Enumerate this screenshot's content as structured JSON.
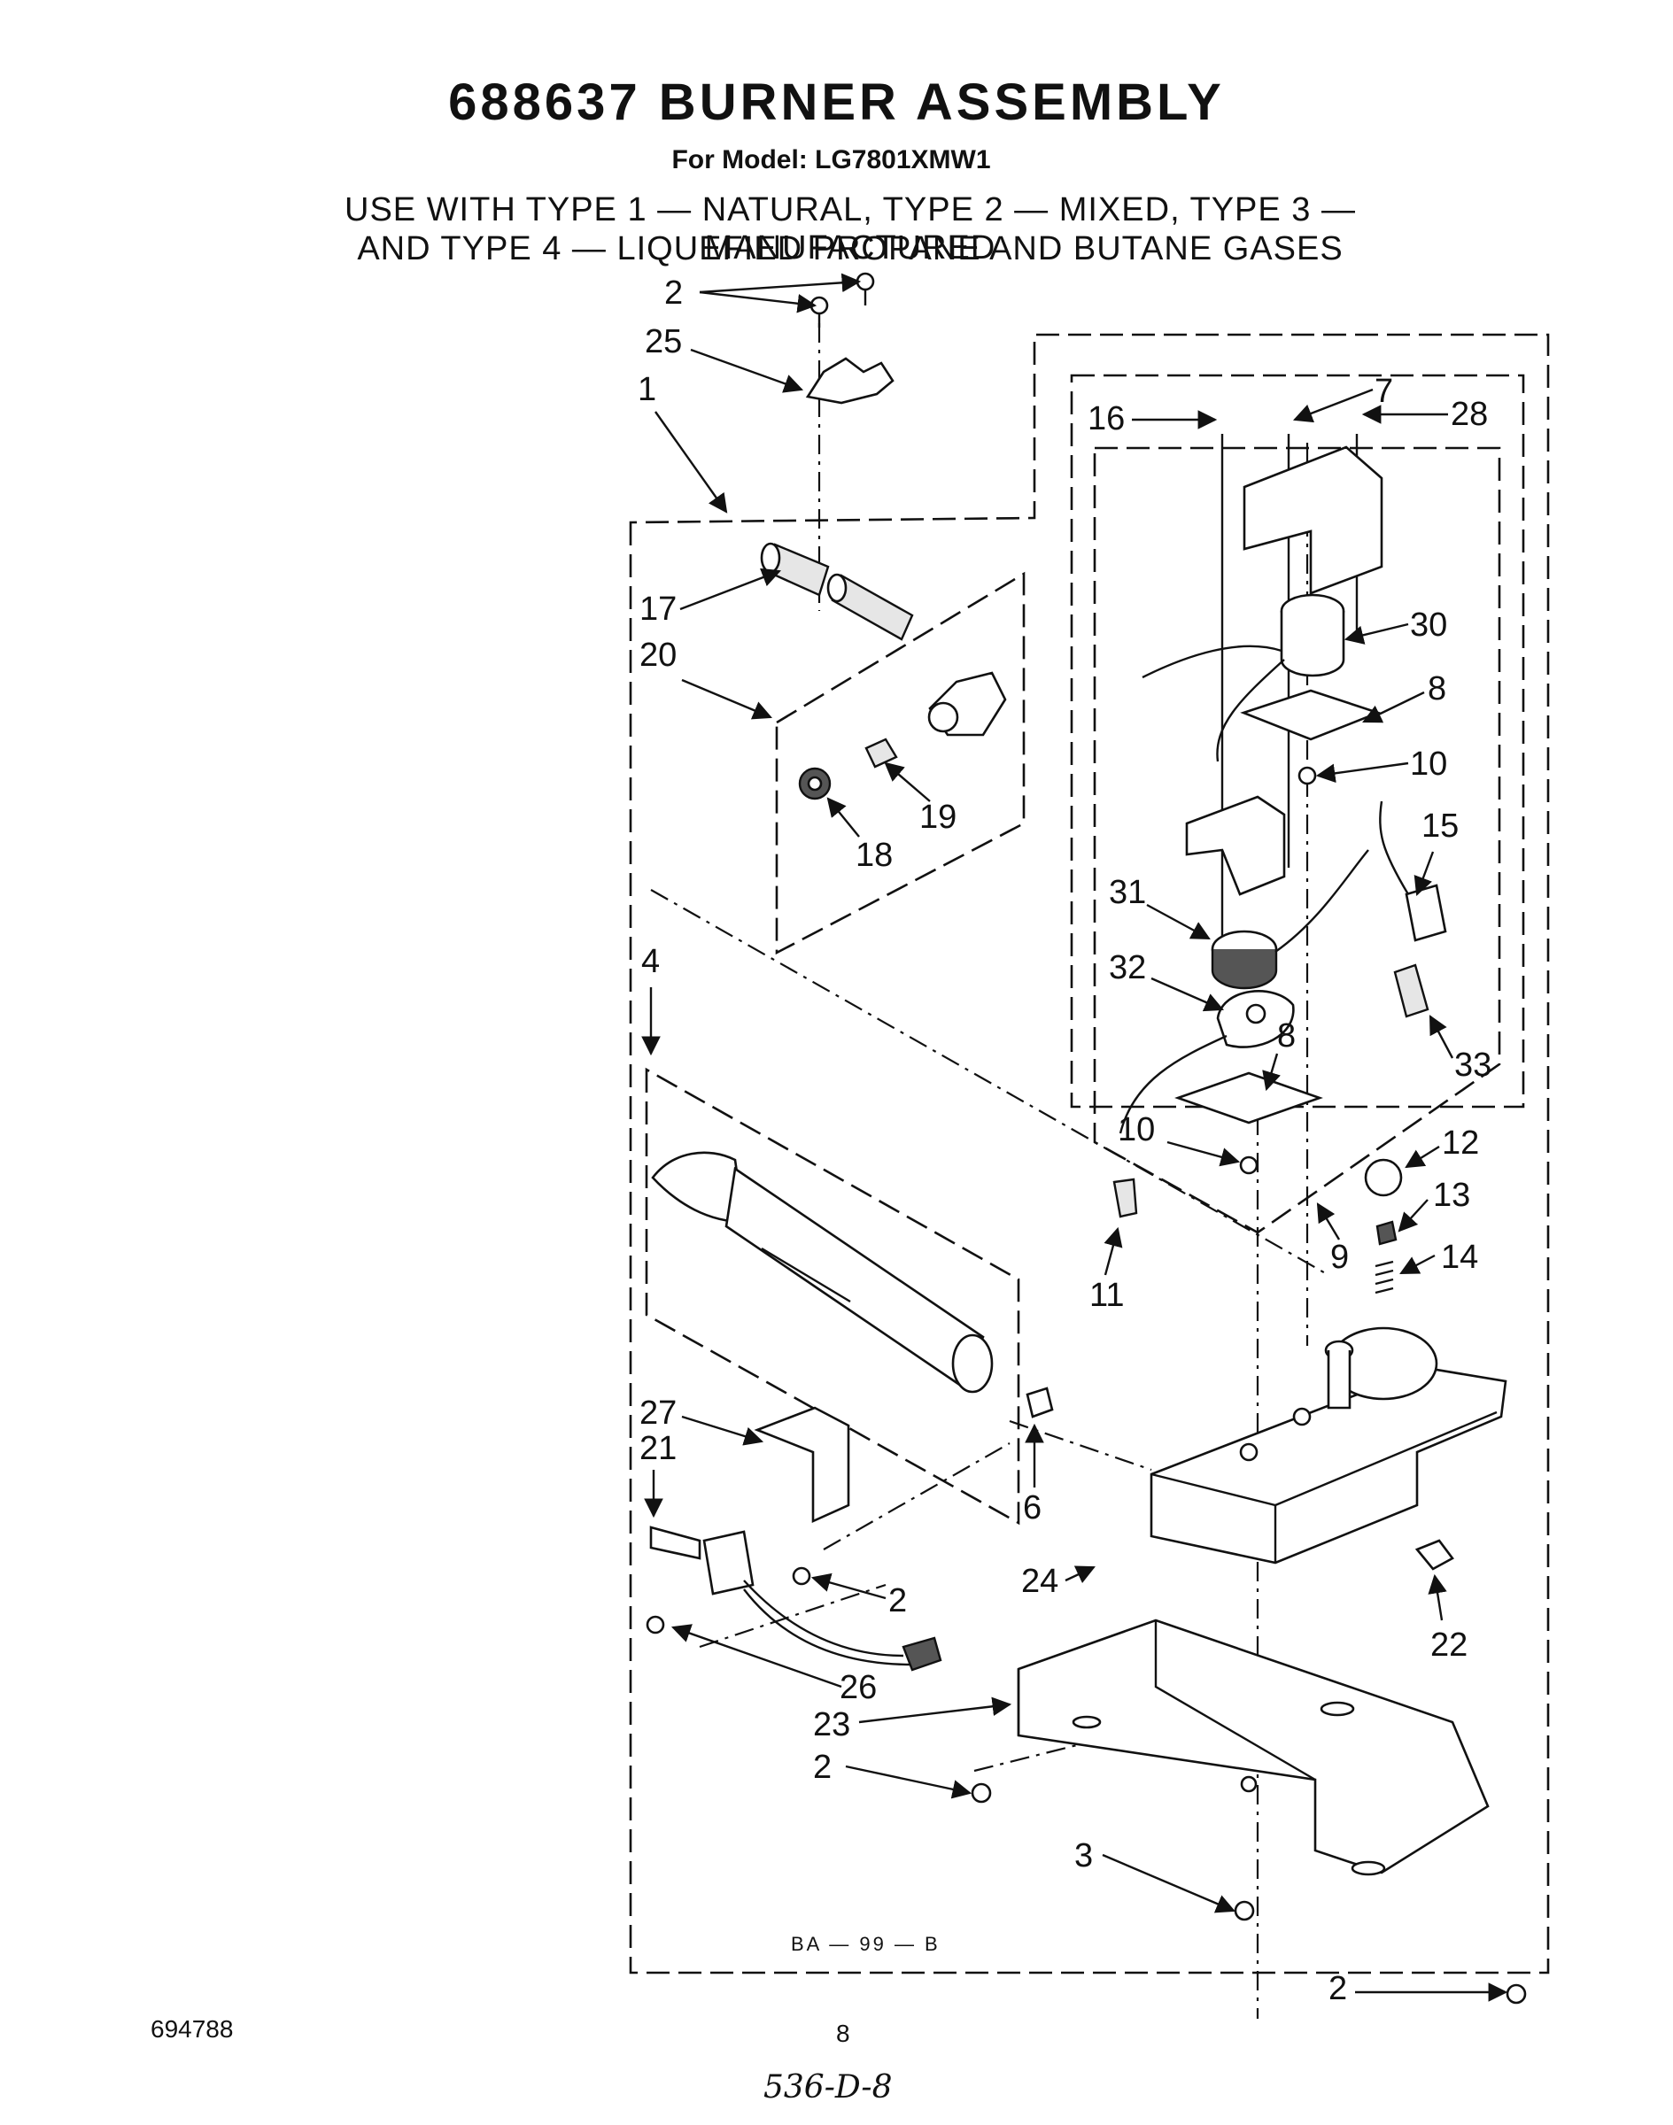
{
  "header": {
    "title": "688637 BURNER ASSEMBLY",
    "model": "For Model: LG7801XMW1",
    "usage_line1": "USE WITH TYPE 1 — NATURAL, TYPE 2 — MIXED, TYPE 3 — MANUFACTURED",
    "usage_line2": "AND TYPE 4 — LIQUEFIED PROPANE AND BUTANE GASES"
  },
  "footer": {
    "doc_number": "694788",
    "page_number": "8",
    "handwritten": "536-D-8",
    "drawing_ref": "BA — 99 — B"
  },
  "callouts": [
    {
      "id": "c2a",
      "text": "2"
    },
    {
      "id": "c25",
      "text": "25"
    },
    {
      "id": "c1",
      "text": "1"
    },
    {
      "id": "c16",
      "text": "16"
    },
    {
      "id": "c7",
      "text": "7"
    },
    {
      "id": "c28",
      "text": "28"
    },
    {
      "id": "c17",
      "text": "17"
    },
    {
      "id": "c30",
      "text": "30"
    },
    {
      "id": "c20",
      "text": "20"
    },
    {
      "id": "c8a",
      "text": "8"
    },
    {
      "id": "c10a",
      "text": "10"
    },
    {
      "id": "c19",
      "text": "19"
    },
    {
      "id": "c18",
      "text": "18"
    },
    {
      "id": "c15",
      "text": "15"
    },
    {
      "id": "c31",
      "text": "31"
    },
    {
      "id": "c4",
      "text": "4"
    },
    {
      "id": "c32",
      "text": "32"
    },
    {
      "id": "c8b",
      "text": "8"
    },
    {
      "id": "c33",
      "text": "33"
    },
    {
      "id": "c10b",
      "text": "10"
    },
    {
      "id": "c12",
      "text": "12"
    },
    {
      "id": "c13",
      "text": "13"
    },
    {
      "id": "c9",
      "text": "9"
    },
    {
      "id": "c14",
      "text": "14"
    },
    {
      "id": "c11",
      "text": "11"
    },
    {
      "id": "c27",
      "text": "27"
    },
    {
      "id": "c21",
      "text": "21"
    },
    {
      "id": "c6",
      "text": "6"
    },
    {
      "id": "c2b",
      "text": "2"
    },
    {
      "id": "c24",
      "text": "24"
    },
    {
      "id": "c22",
      "text": "22"
    },
    {
      "id": "c26",
      "text": "26"
    },
    {
      "id": "c23",
      "text": "23"
    },
    {
      "id": "c2c",
      "text": "2"
    },
    {
      "id": "c3",
      "text": "3"
    },
    {
      "id": "c2d",
      "text": "2"
    }
  ]
}
